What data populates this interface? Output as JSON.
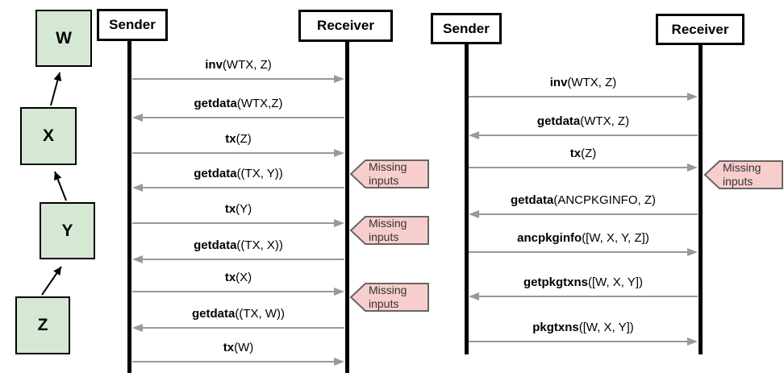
{
  "colors": {
    "node-fill": "#d5e8d4",
    "node-border": "#000000",
    "actor-border": "#000000",
    "callout-fill": "#f8cecc",
    "callout-border": "#666666",
    "arrow-gray": "#999999",
    "lifeline": "#000000",
    "text": "#000000",
    "callout-text": "#333333",
    "background": "#ffffff"
  },
  "dependency_chain": {
    "nodes": [
      {
        "label": "W"
      },
      {
        "label": "X"
      },
      {
        "label": "Y"
      },
      {
        "label": "Z"
      }
    ],
    "edges": [
      "Z->Y",
      "Y->X",
      "X->W"
    ]
  },
  "diagrams": [
    {
      "sender_label": "Sender",
      "receiver_label": "Receiver",
      "messages": [
        {
          "name": "inv",
          "args": "(WTX, Z)",
          "direction": "right"
        },
        {
          "name": "getdata",
          "args": "(WTX,Z)",
          "direction": "left"
        },
        {
          "name": "tx",
          "args": "(Z)",
          "direction": "right",
          "callout": "Missing inputs"
        },
        {
          "name": "getdata",
          "args": "((TX, Y))",
          "direction": "left"
        },
        {
          "name": "tx",
          "args": "(Y)",
          "direction": "right",
          "callout": "Missing inputs"
        },
        {
          "name": "getdata",
          "args": "((TX, X))",
          "direction": "left"
        },
        {
          "name": "tx",
          "args": "(X)",
          "direction": "right",
          "callout": "Missing inputs"
        },
        {
          "name": "getdata",
          "args": "((TX, W))",
          "direction": "left"
        },
        {
          "name": "tx",
          "args": "(W)",
          "direction": "right"
        }
      ]
    },
    {
      "sender_label": "Sender",
      "receiver_label": "Receiver",
      "messages": [
        {
          "name": "inv",
          "args": "(WTX, Z)",
          "direction": "right"
        },
        {
          "name": "getdata",
          "args": "(WTX, Z)",
          "direction": "left"
        },
        {
          "name": "tx",
          "args": "(Z)",
          "direction": "right",
          "callout": "Missing inputs"
        },
        {
          "name": "getdata",
          "args": "(ANCPKGINFO, Z)",
          "direction": "left"
        },
        {
          "name": "ancpkginfo",
          "args": "([W, X, Y, Z])",
          "direction": "right"
        },
        {
          "name": "getpkgtxns",
          "args": "([W, X, Y])",
          "direction": "left"
        },
        {
          "name": "pkgtxns",
          "args": "([W, X, Y])",
          "direction": "right"
        }
      ]
    }
  ]
}
